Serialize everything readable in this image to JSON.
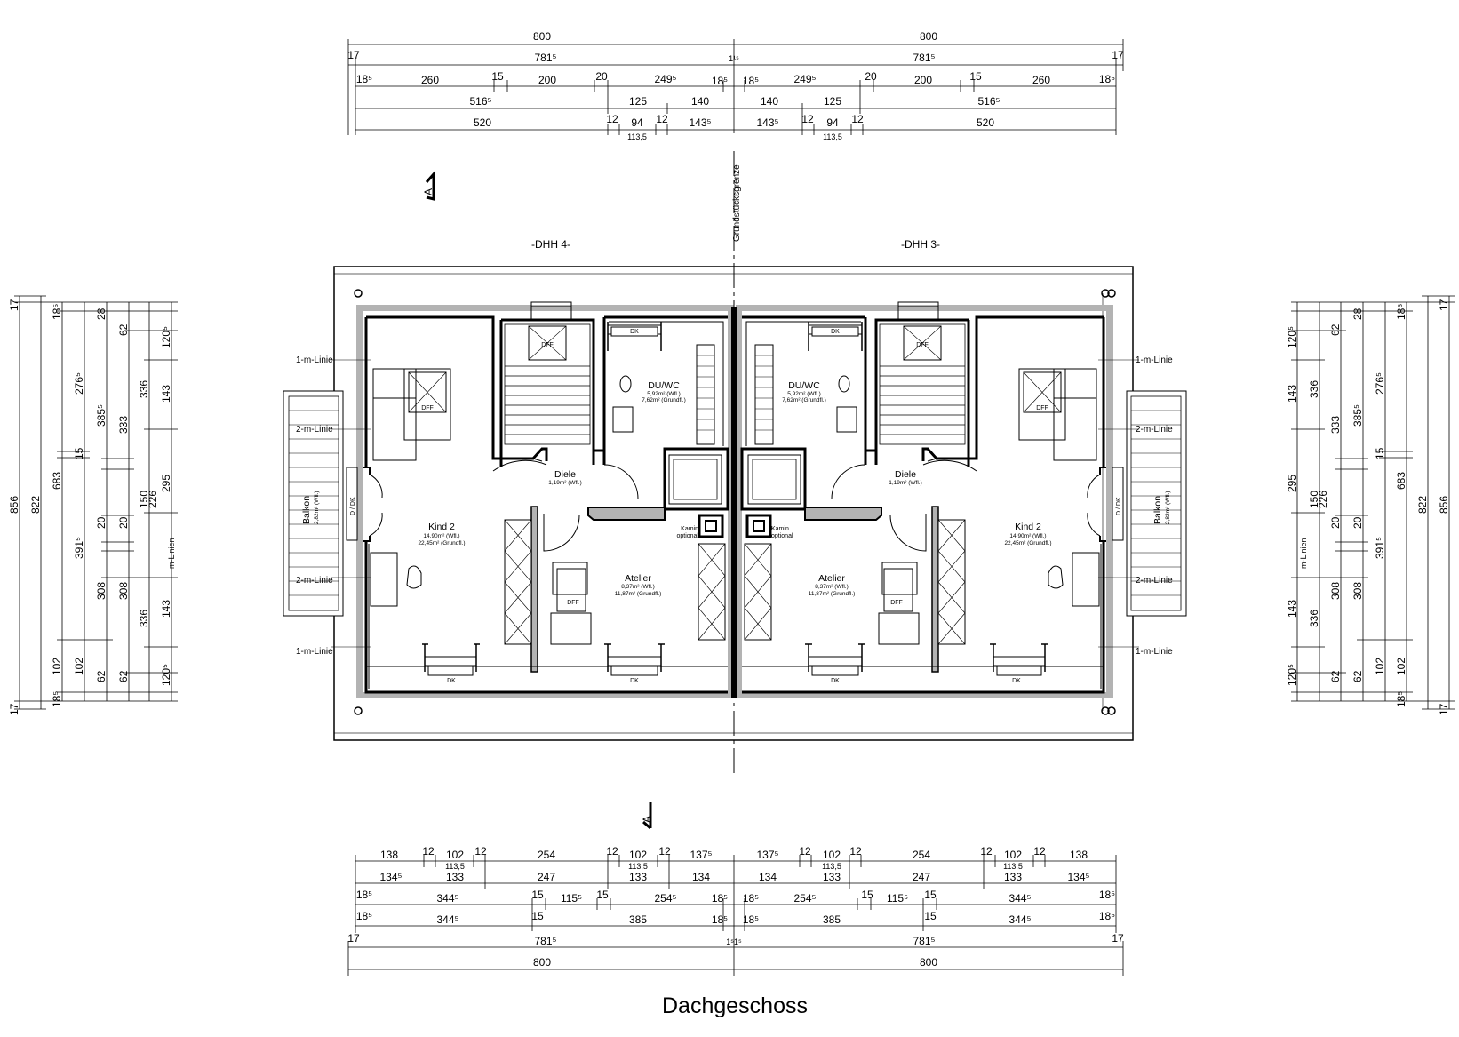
{
  "title": "Dachgeschoss",
  "units": {
    "left": "-DHH 4-",
    "right": "-DHH 3-"
  },
  "property_line": "Grundstücksgrenze",
  "section_marks": {
    "top": "A",
    "bottom": "A"
  },
  "dim_top": {
    "row1": [
      "800",
      "800"
    ],
    "row2": [
      "17",
      "781⁵",
      "1¹⁵",
      "781⁵",
      "17"
    ],
    "row3": [
      "18⁵",
      "260",
      "15",
      "200",
      "20",
      "249⁵",
      "18⁵",
      "18⁵",
      "249⁵",
      "20",
      "200",
      "15",
      "260",
      "18⁵"
    ],
    "row4": [
      "516⁵",
      "125",
      "140",
      "140",
      "125",
      "516⁵"
    ],
    "row5": [
      "520",
      "12",
      "94",
      "12",
      "143⁵",
      "143⁵",
      "12",
      "94",
      "12",
      "520"
    ],
    "row5_sub": [
      "113,5",
      "113,5"
    ]
  },
  "dim_bottom": {
    "row1": [
      "138",
      "12",
      "102",
      "12",
      "254",
      "12",
      "102",
      "12",
      "137⁵",
      "137⁵",
      "12",
      "102",
      "12",
      "254",
      "12",
      "102",
      "12",
      "138"
    ],
    "row1_sub": [
      "113,5",
      "113,5",
      "113,5",
      "113,5"
    ],
    "row2": [
      "134⁵",
      "133",
      "247",
      "133",
      "134",
      "134",
      "133",
      "247",
      "133",
      "134⁵"
    ],
    "row3": [
      "18⁵",
      "344⁵",
      "15",
      "115⁵",
      "15",
      "254⁵",
      "18⁵",
      "18⁵",
      "254⁵",
      "15",
      "115⁵",
      "15",
      "344⁵",
      "18⁵"
    ],
    "row4": [
      "18⁵",
      "344⁵",
      "15",
      "385",
      "18⁵",
      "18⁵",
      "385",
      "15",
      "344⁵",
      "18⁵"
    ],
    "row5": [
      "17",
      "781⁵",
      "1⁵1⁵",
      "781⁵",
      "17"
    ],
    "row6": [
      "800",
      "800"
    ]
  },
  "dim_side": {
    "c856": "856",
    "c822": "822",
    "c683": "683",
    "c385": "385⁵",
    "c276": "276⁵",
    "c15": "15",
    "c391": "391⁵",
    "c102": "102",
    "c333": "333",
    "c20": "20",
    "c308": "308",
    "c62": "62",
    "c28": "28",
    "c150": "150",
    "c226": "226",
    "c336": "336",
    "c295": "295",
    "c143": "143",
    "c120": "120⁵",
    "c17": "17",
    "c18": "18⁵",
    "mlinien": "m-Linien"
  },
  "line_labels": {
    "one": "1-m-Linie",
    "two": "2-m-Linie"
  },
  "rooms": {
    "kind2": {
      "name": "Kind 2",
      "wfl": "14,90m² (Wfl.)",
      "grund": "22,45m² (Grundfl.)"
    },
    "duwc": {
      "name": "DU/WC",
      "wfl": "5,92m² (Wfl.)",
      "grund": "7,62m² (Grundfl.)"
    },
    "diele": {
      "name": "Diele",
      "wfl": "1,19m² (Wfl.)"
    },
    "atelier": {
      "name": "Atelier",
      "wfl": "8,37m² (Wfl.)",
      "grund": "11,87m² (Grundfl.)"
    },
    "balkon": {
      "name": "Balkon",
      "wfl": "2,82m² (Wfl.)"
    }
  },
  "symbols": {
    "dff": "DFF",
    "dk": "DK",
    "kamin": "Kamin",
    "optional": "optional",
    "dk_door": "D / DK"
  }
}
